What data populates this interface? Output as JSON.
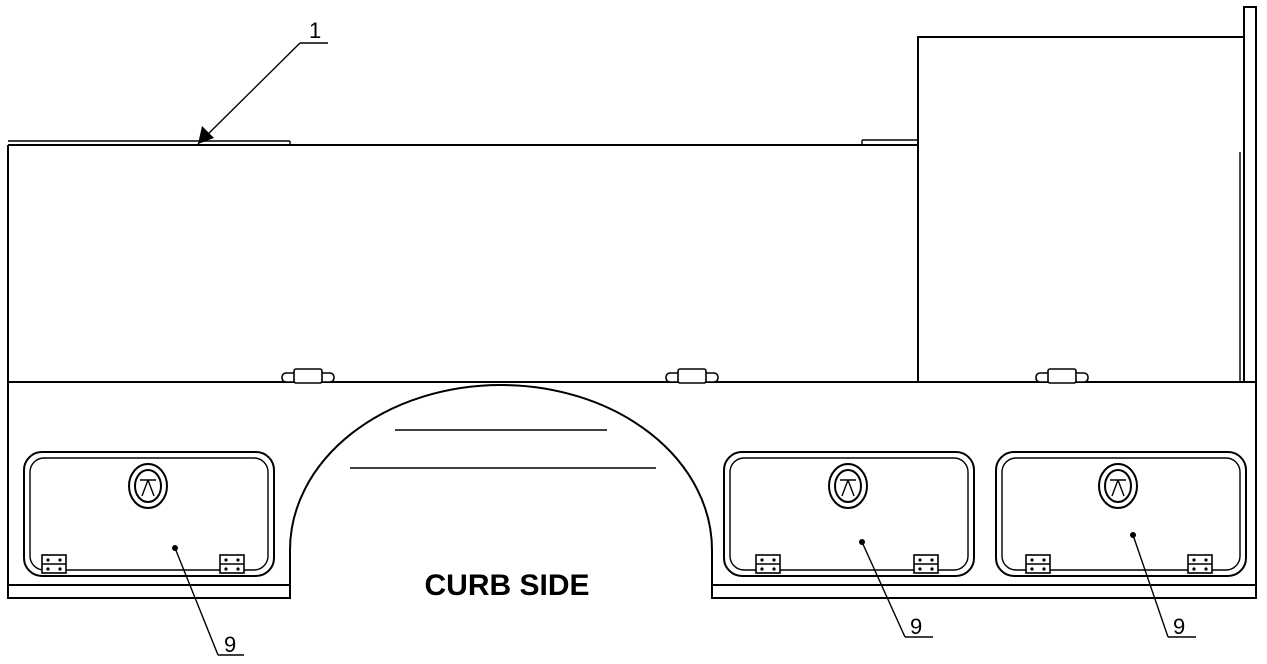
{
  "drawing": {
    "view_label": "CURB SIDE",
    "callouts": [
      {
        "id": "body",
        "label": "1"
      },
      {
        "id": "compartment-left",
        "label": "9"
      },
      {
        "id": "compartment-center",
        "label": "9"
      },
      {
        "id": "compartment-right",
        "label": "9"
      }
    ],
    "colors": {
      "line": "#000000",
      "background": "#ffffff"
    }
  }
}
